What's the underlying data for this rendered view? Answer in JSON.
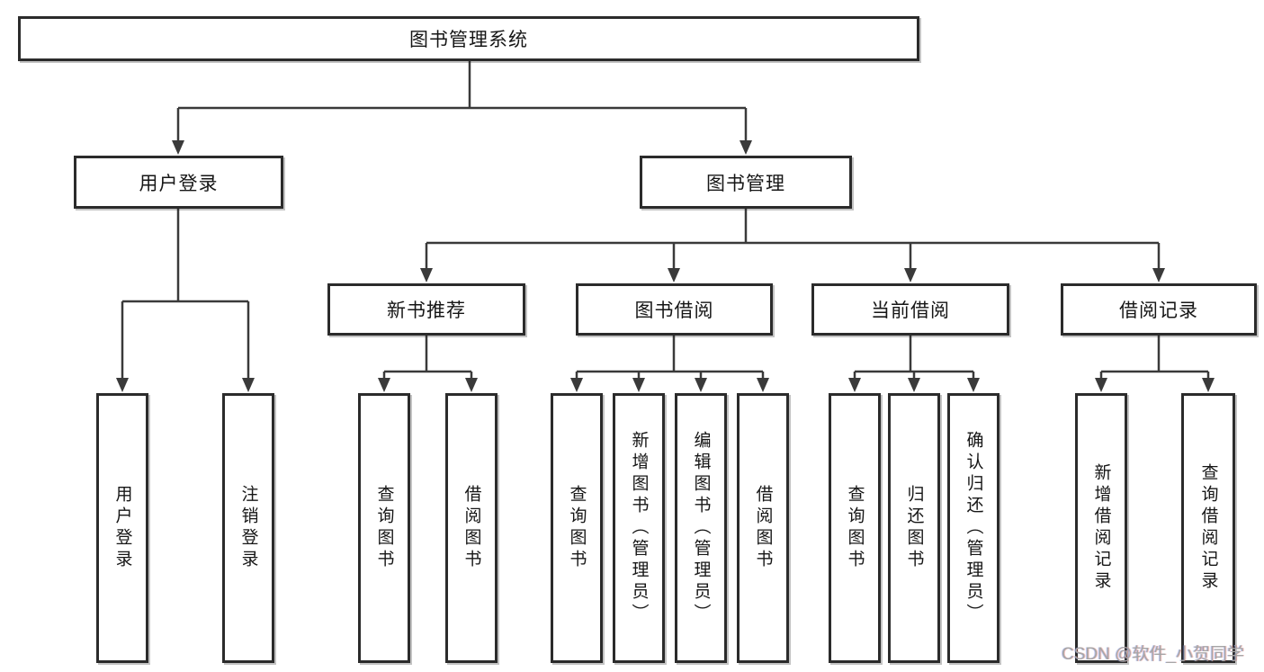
{
  "watermark": "CSDN @软件_小贺同学",
  "colors": {
    "line": "#3a3a3a",
    "box_border": "#2b2b2b",
    "text": "#161616",
    "watermark": "#a6a6a6",
    "background": "#ffffff"
  },
  "tree": {
    "label": "图书管理系统",
    "children": [
      {
        "label": "用户登录",
        "children": [
          {
            "label": "用户登录"
          },
          {
            "label": "注销登录"
          }
        ]
      },
      {
        "label": "图书管理",
        "children": [
          {
            "label": "新书推荐",
            "children": [
              {
                "label": "查询图书"
              },
              {
                "label": "借阅图书"
              }
            ]
          },
          {
            "label": "图书借阅",
            "children": [
              {
                "label": "查询图书"
              },
              {
                "label": "新增图书（管理员）"
              },
              {
                "label": "编辑图书（管理员）"
              },
              {
                "label": "借阅图书"
              }
            ]
          },
          {
            "label": "当前借阅",
            "children": [
              {
                "label": "查询图书"
              },
              {
                "label": "归还图书"
              },
              {
                "label": "确认归还（管理员）"
              }
            ]
          },
          {
            "label": "借阅记录",
            "children": [
              {
                "label": "新增借阅记录"
              },
              {
                "label": "查询借阅记录"
              }
            ]
          }
        ]
      }
    ]
  }
}
